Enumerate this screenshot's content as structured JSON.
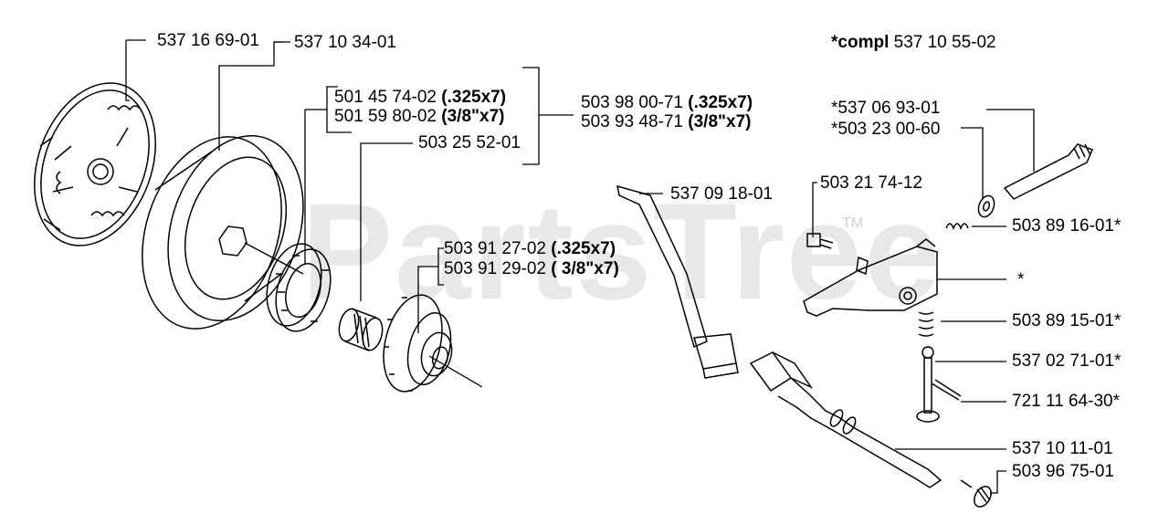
{
  "diagram": {
    "watermark": "PartsTree",
    "watermark_mark": "TM",
    "compl_note": {
      "prefix": "*compl",
      "number": "537 10 55-02"
    },
    "parts": [
      {
        "id": "clutch-shoe",
        "number": "537 16 69-01"
      },
      {
        "id": "clutch-drum",
        "number": "537 10 34-01"
      },
      {
        "id": "rim-sprocket-325",
        "number": "501 45 74-02",
        "spec": "(.325x7)"
      },
      {
        "id": "rim-sprocket-38",
        "number": "501 59 80-02",
        "spec": "(3/8\"x7)"
      },
      {
        "id": "sprocket-kit-325",
        "number": "503 98 00-71",
        "spec": "(.325x7)"
      },
      {
        "id": "sprocket-kit-38",
        "number": "503 93 48-71",
        "spec": "(3/8\"x7)"
      },
      {
        "id": "needle-bearing",
        "number": "503 25 52-01"
      },
      {
        "id": "spur-sprocket-325",
        "number": "503 91 27-02",
        "spec": "(.325x7)"
      },
      {
        "id": "spur-sprocket-38",
        "number": "503 91 29-02",
        "spec": "( 3/8\"x7)"
      },
      {
        "id": "brake-lever",
        "number": "537 09 18-01"
      },
      {
        "id": "shaft",
        "number": "*537 06 93-01"
      },
      {
        "id": "washer",
        "number": "*503 23 00-60"
      },
      {
        "id": "screw",
        "number": "503 21 74-12"
      },
      {
        "id": "spring-upper",
        "number": "503 89 16-01*"
      },
      {
        "id": "bracket",
        "number": "*"
      },
      {
        "id": "spring-lower",
        "number": "503 89 15-01*"
      },
      {
        "id": "pin",
        "number": "537 02 71-01*"
      },
      {
        "id": "roll-pin",
        "number": "721 11 64-30*"
      },
      {
        "id": "rod",
        "number": "537 10 11-01"
      },
      {
        "id": "end-screw",
        "number": "503 96 75-01"
      }
    ]
  }
}
